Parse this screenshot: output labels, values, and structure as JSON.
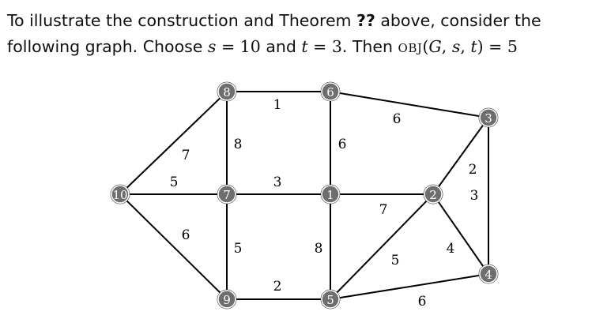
{
  "text": {
    "l1_a": "To illustrate the construction and Theorem ",
    "l1_ref": "??",
    "l1_b": " above, consider the",
    "l2_a": "following graph. Choose ",
    "s_var": "s",
    "s_eq": " = 10",
    "l2_and": " and ",
    "t_var": "t",
    "t_eq": " = 3",
    "l2_then": ". Then ",
    "obj": "OBJ",
    "obj_open": "(",
    "G": "G",
    "c1": ", ",
    "s2": "s",
    "c2": ", ",
    "t2": "t",
    "obj_close": ") = 5"
  },
  "graph": {
    "node_color": "#6e6e6e",
    "nodes": [
      {
        "id": "8",
        "label": "8"
      },
      {
        "id": "6",
        "label": "6"
      },
      {
        "id": "3",
        "label": "3"
      },
      {
        "id": "10",
        "label": "10"
      },
      {
        "id": "7",
        "label": "7"
      },
      {
        "id": "1",
        "label": "1"
      },
      {
        "id": "2",
        "label": "2"
      },
      {
        "id": "9",
        "label": "9"
      },
      {
        "id": "5",
        "label": "5"
      },
      {
        "id": "4",
        "label": "4"
      }
    ],
    "edges": [
      {
        "from": "8",
        "to": "6",
        "weight": "1"
      },
      {
        "from": "6",
        "to": "3",
        "weight": "6"
      },
      {
        "from": "8",
        "to": "10",
        "weight": "7"
      },
      {
        "from": "8",
        "to": "7",
        "weight": "8"
      },
      {
        "from": "6",
        "to": "1",
        "weight": "6"
      },
      {
        "from": "3",
        "to": "2",
        "weight": "2"
      },
      {
        "from": "3",
        "to": "4",
        "weight": "3"
      },
      {
        "from": "10",
        "to": "7",
        "weight": "5"
      },
      {
        "from": "7",
        "to": "1",
        "weight": "3"
      },
      {
        "from": "1",
        "to": "2",
        "weight": "7"
      },
      {
        "from": "10",
        "to": "9",
        "weight": "6"
      },
      {
        "from": "7",
        "to": "9",
        "weight": "5"
      },
      {
        "from": "1",
        "to": "5",
        "weight": "8"
      },
      {
        "from": "2",
        "to": "5",
        "weight": "5"
      },
      {
        "from": "2",
        "to": "4",
        "weight": "4"
      },
      {
        "from": "9",
        "to": "5",
        "weight": "2"
      },
      {
        "from": "5",
        "to": "4",
        "weight": "6"
      }
    ]
  }
}
